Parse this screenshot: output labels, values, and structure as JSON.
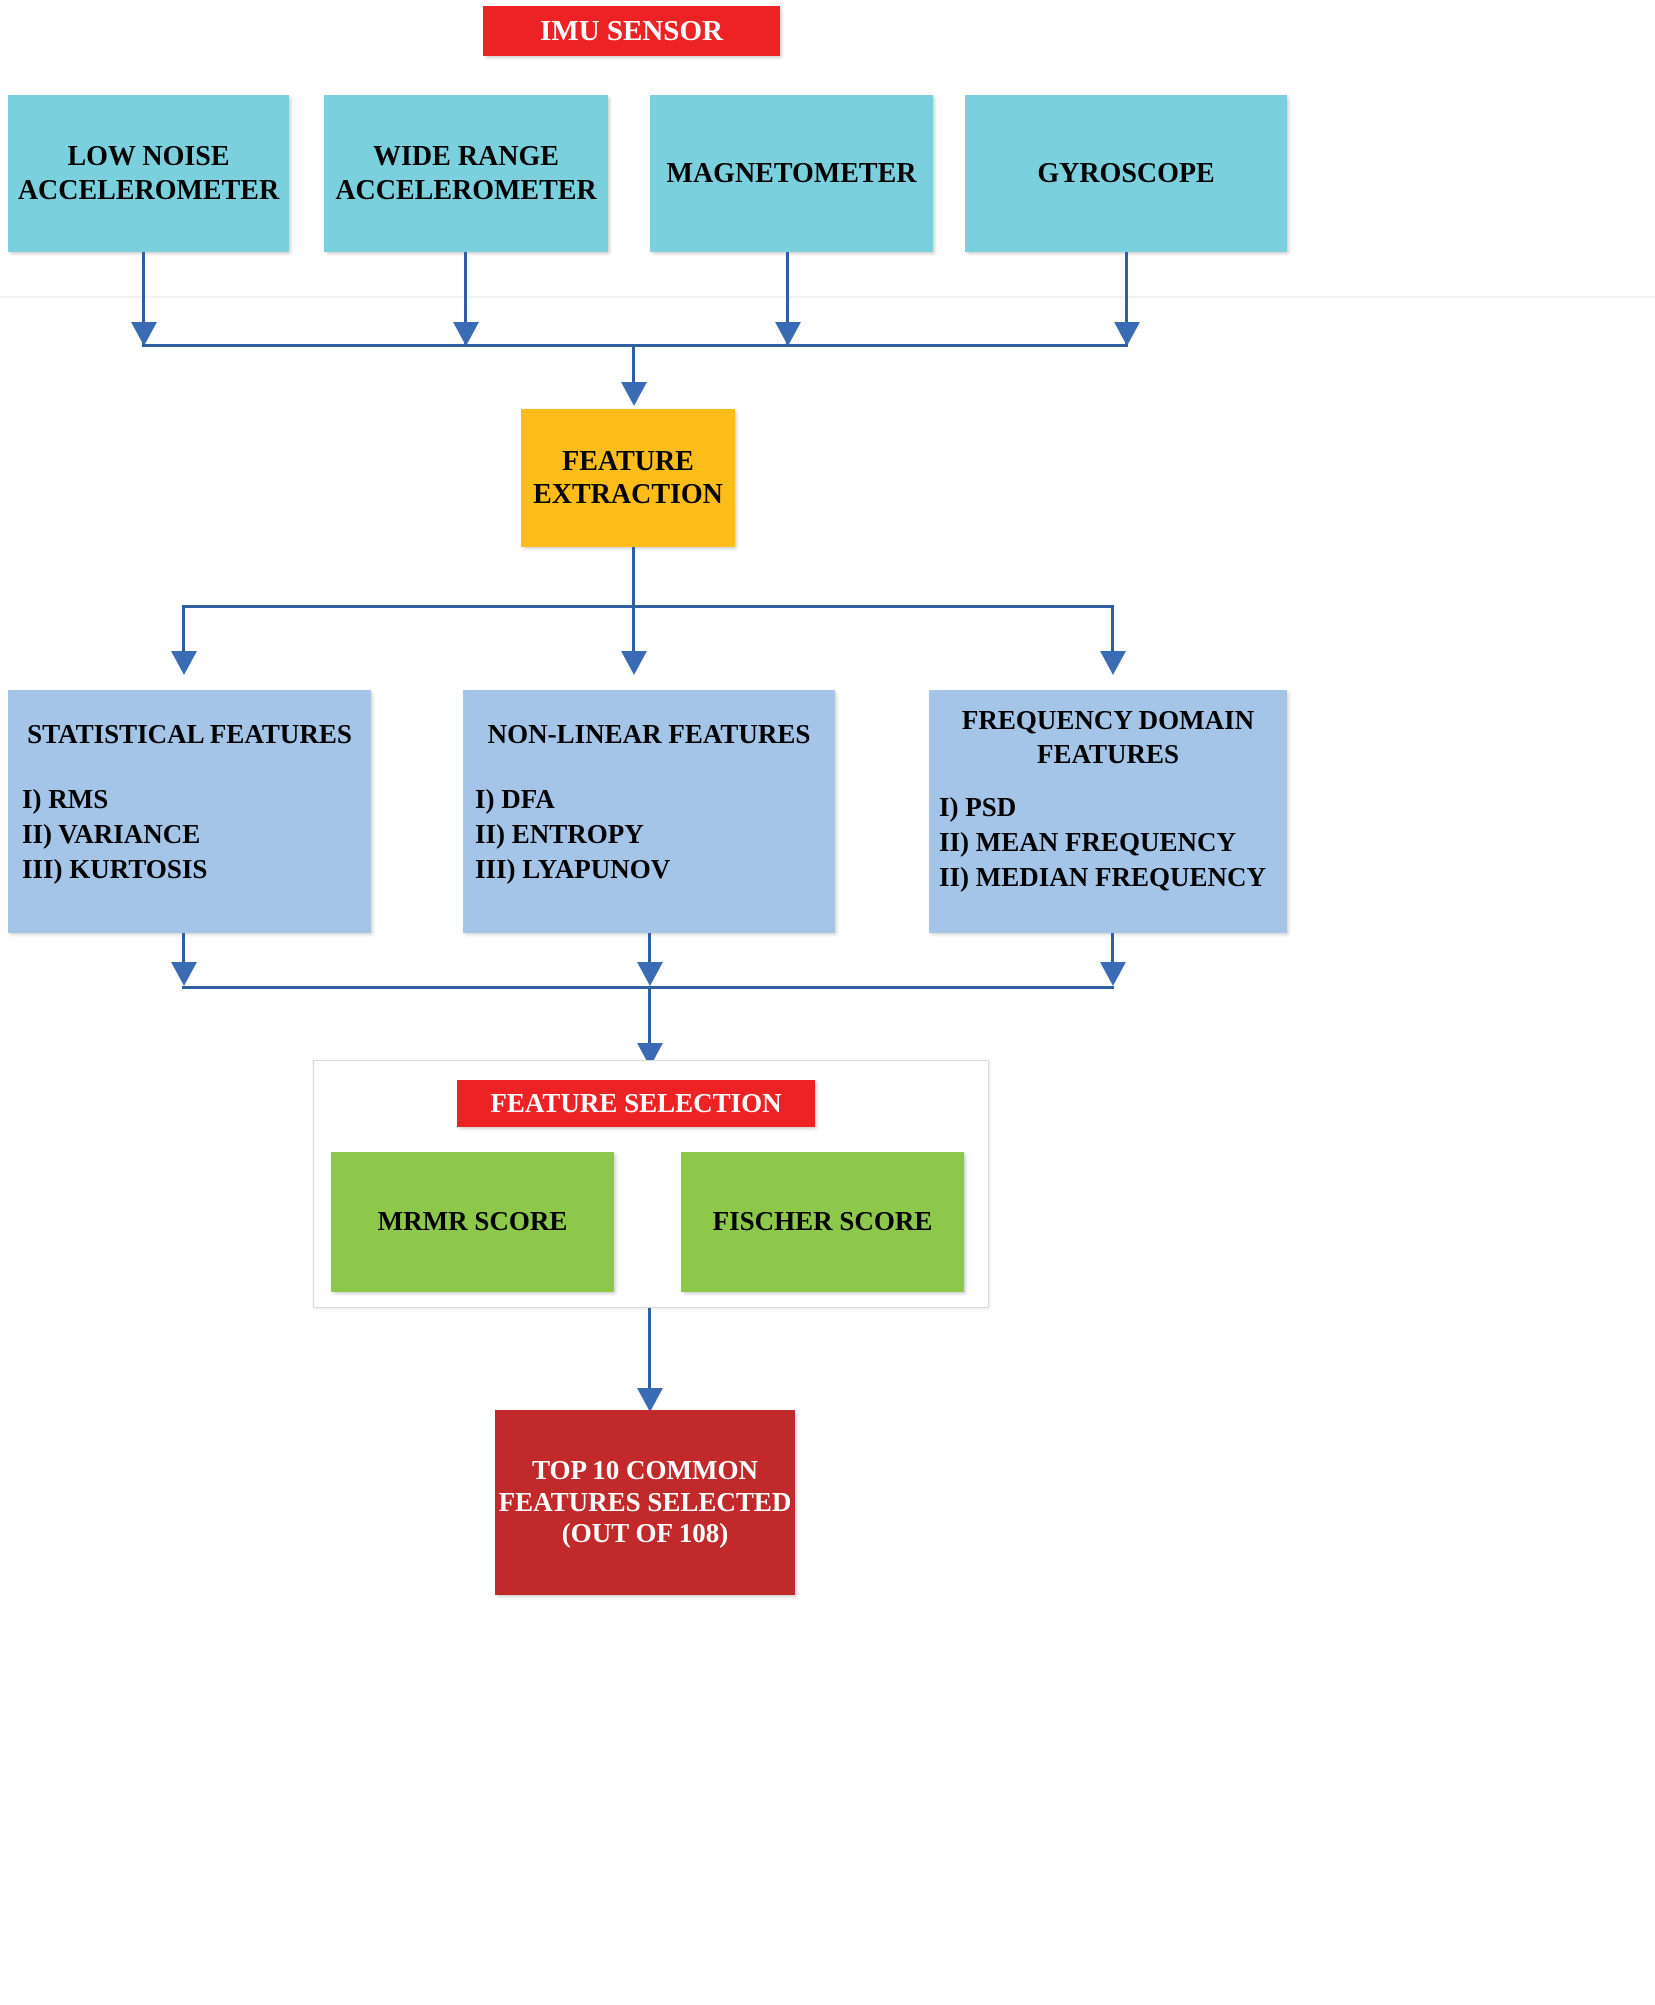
{
  "diagram": {
    "title_node": {
      "label": "IMU SENSOR",
      "color": "#ed2224"
    },
    "sensors": [
      {
        "label_line1": "LOW NOISE",
        "label_line2": "ACCELEROMETER"
      },
      {
        "label_line1": "WIDE RANGE",
        "label_line2": "ACCELEROMETER"
      },
      {
        "label_line1": "MAGNETOMETER",
        "label_line2": ""
      },
      {
        "label_line1": "GYROSCOPE",
        "label_line2": ""
      }
    ],
    "sensor_color": "#7bd0de",
    "feature_extraction": {
      "label_line1": "FEATURE",
      "label_line2": "EXTRACTION",
      "color": "#fcbc1a"
    },
    "feature_groups": [
      {
        "title_line1": "STATISTICAL FEATURES",
        "title_line2": "",
        "items": [
          "I) RMS",
          "II) VARIANCE",
          "III) KURTOSIS"
        ]
      },
      {
        "title_line1": "NON-LINEAR FEATURES",
        "title_line2": "",
        "items": [
          "I) DFA",
          "II) ENTROPY",
          "III) LYAPUNOV"
        ]
      },
      {
        "title_line1": "FREQUENCY DOMAIN",
        "title_line2": "FEATURES",
        "items": [
          "I) PSD",
          "II) MEAN FREQUENCY",
          "II) MEDIAN FREQUENCY"
        ]
      }
    ],
    "feature_group_color": "#a4c5e8",
    "feature_selection": {
      "label": "FEATURE SELECTION",
      "color": "#ed2224",
      "methods": [
        {
          "label": "MRMR SCORE"
        },
        {
          "label": "FISCHER SCORE"
        }
      ],
      "method_color": "#8dc84b"
    },
    "result": {
      "label_line1": "TOP 10 COMMON",
      "label_line2": "FEATURES SELECTED",
      "label_line3": "(OUT OF 108)",
      "color": "#c1292b"
    },
    "connector_color": "#2e5fa3"
  }
}
